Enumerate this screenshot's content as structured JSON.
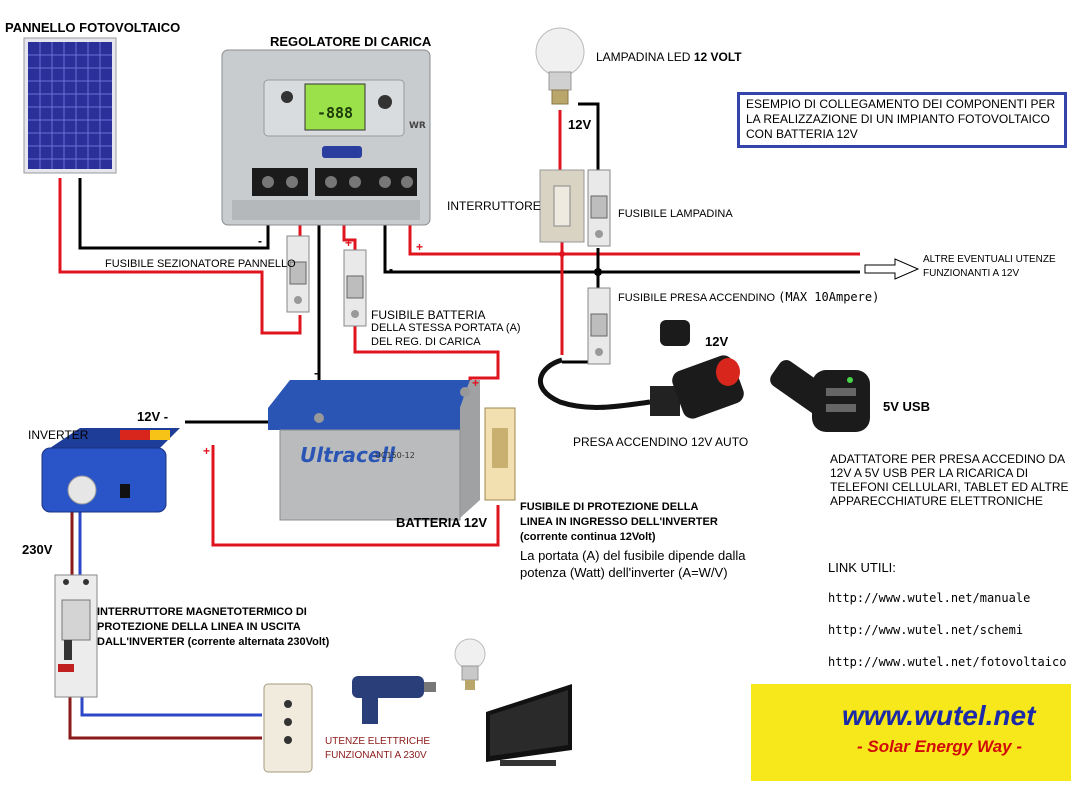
{
  "labels": {
    "pannello": "PANNELLO FOTOVOLTAICO",
    "regolatore": "REGOLATORE DI CARICA",
    "lampadina_prefix": "LAMPADINA LED ",
    "lampadina_volt": "12 VOLT",
    "v12_lamp": "12V",
    "interruttore": "INTERRUTTORE",
    "fusibile_lampadina": "FUSIBILE LAMPADINA",
    "fusibile_sezionatore": "FUSIBILE SEZIONATORE PANNELLO",
    "altre_utenze_1": "ALTRE EVENTUALI UTENZE",
    "altre_utenze_2": "FUNZIONANTI A 12V",
    "fusibile_presa": "FUSIBILE PRESA ACCENDINO",
    "fusibile_presa_max": "(MAX 10Ampere)",
    "fusibile_batteria_1": "FUSIBILE BATTERIA",
    "fusibile_batteria_2": "DELLA STESSA PORTATA (A)",
    "fusibile_batteria_3": "DEL REG. DI CARICA",
    "v12_presa": "12V",
    "v5_usb": "5V USB",
    "presa_accendino": "PRESA ACCENDINO 12V AUTO",
    "adattatore_1": "ADATTATORE PER PRESA ACCEDINO DA",
    "adattatore_2": "12V A 5V USB PER LA RICARICA DI",
    "adattatore_3": "TELEFONI CELLULARI, TABLET ED ALTRE",
    "adattatore_4": "APPARECCHIATURE ELETTRONICHE",
    "inverter": "INVERTER",
    "inverter_12v": "12V  -",
    "batteria": "BATTERIA 12V",
    "fusibile_inverter_1": "FUSIBILE DI PROTEZIONE DELLA",
    "fusibile_inverter_2": "LINEA IN INGRESSO DELL'INVERTER",
    "fusibile_inverter_3": "(corrente continua 12Volt)",
    "portata_1": "La portata (A) del fusibile dipende dalla",
    "portata_2": "potenza (Watt) dell'inverter   (A=W/V)",
    "v230": "230V",
    "magnetotermico_1": "INTERRUTTORE MAGNETOTERMICO DI",
    "magnetotermico_2": "PROTEZIONE DELLA LINEA IN USCITA",
    "magnetotermico_3": "DALL'INVERTER (corrente alternata 230Volt)",
    "utenze_230_1": "UTENZE ELETTRICHE",
    "utenze_230_2": "FUNZIONANTI A 230V",
    "link_title": "LINK UTILI:",
    "reg_lcd": "-888",
    "reg_brand": "WR",
    "battery_brand": "Ultracell",
    "battery_model": "UC150-12"
  },
  "info_box": "ESEMPIO DI COLLEGAMENTO DEI COMPONENTI PER LA REALIZZAZIONE DI UN IMPIANTO FOTOVOLTAICO CON BATTERIA 12V",
  "links": [
    "http://www.wutel.net/manuale",
    "http://www.wutel.net/schemi",
    "http://www.wutel.net/fotovoltaico"
  ],
  "polarity": {
    "minus": "-",
    "plus": "+"
  },
  "banner": {
    "url": "www.wutel.net",
    "tagline": "- Solar Energy Way -"
  },
  "colors": {
    "wire_positive": "#e0141e",
    "wire_negative": "#000000",
    "wire_ac_live": "#8b1a1a",
    "wire_ac_neutral": "#2c48c8",
    "panel_blue": "#2a2f9a",
    "info_border": "#3344aa",
    "banner_bg": "#f7e81c",
    "banner_url": "#1a2aa8",
    "banner_tag": "#d10a0a"
  }
}
